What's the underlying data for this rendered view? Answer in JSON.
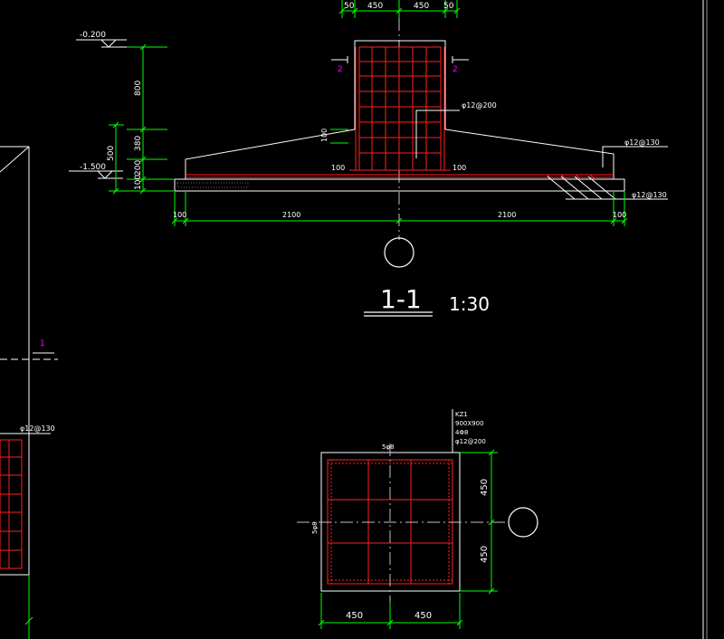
{
  "colors": {
    "background": "#000000",
    "line_white": "#ffffff",
    "rebar_red": "#ff2020",
    "dimension_green": "#00ff00",
    "section_magenta": "#ff00ff",
    "centerline_gray": "#c0c0c0"
  },
  "section_view": {
    "top_dims": [
      "50",
      "450",
      "450",
      "50"
    ],
    "elevation_top": "-0.200",
    "elevation_bottom": "-1.500",
    "vertical_dims": [
      "800",
      "380",
      "200",
      "100"
    ],
    "total_dim": "500",
    "section_marks": [
      "2",
      "2"
    ],
    "column_rebar_label": "φ12@200",
    "slope_dim": "100",
    "dowel_left": "100",
    "dowel_right": "100",
    "top_rebar_label": "φ12@130",
    "bottom_rebar_label": "φ12@130",
    "bottom_dims": [
      "100",
      "2100",
      "2100",
      "100"
    ],
    "title": "1-1",
    "scale": "1:30"
  },
  "plan_view": {
    "column_label_lines": [
      "KZ1",
      "900X900",
      "4Φ8",
      "φ12@200"
    ],
    "top_bar_label": "5φ8",
    "side_bar_label": "5φ8",
    "right_dims": [
      "450",
      "450"
    ],
    "bottom_dims": [
      "450",
      "450"
    ]
  },
  "left_fragment": {
    "section_mark": "1",
    "rebar_label": "φ12@130"
  }
}
